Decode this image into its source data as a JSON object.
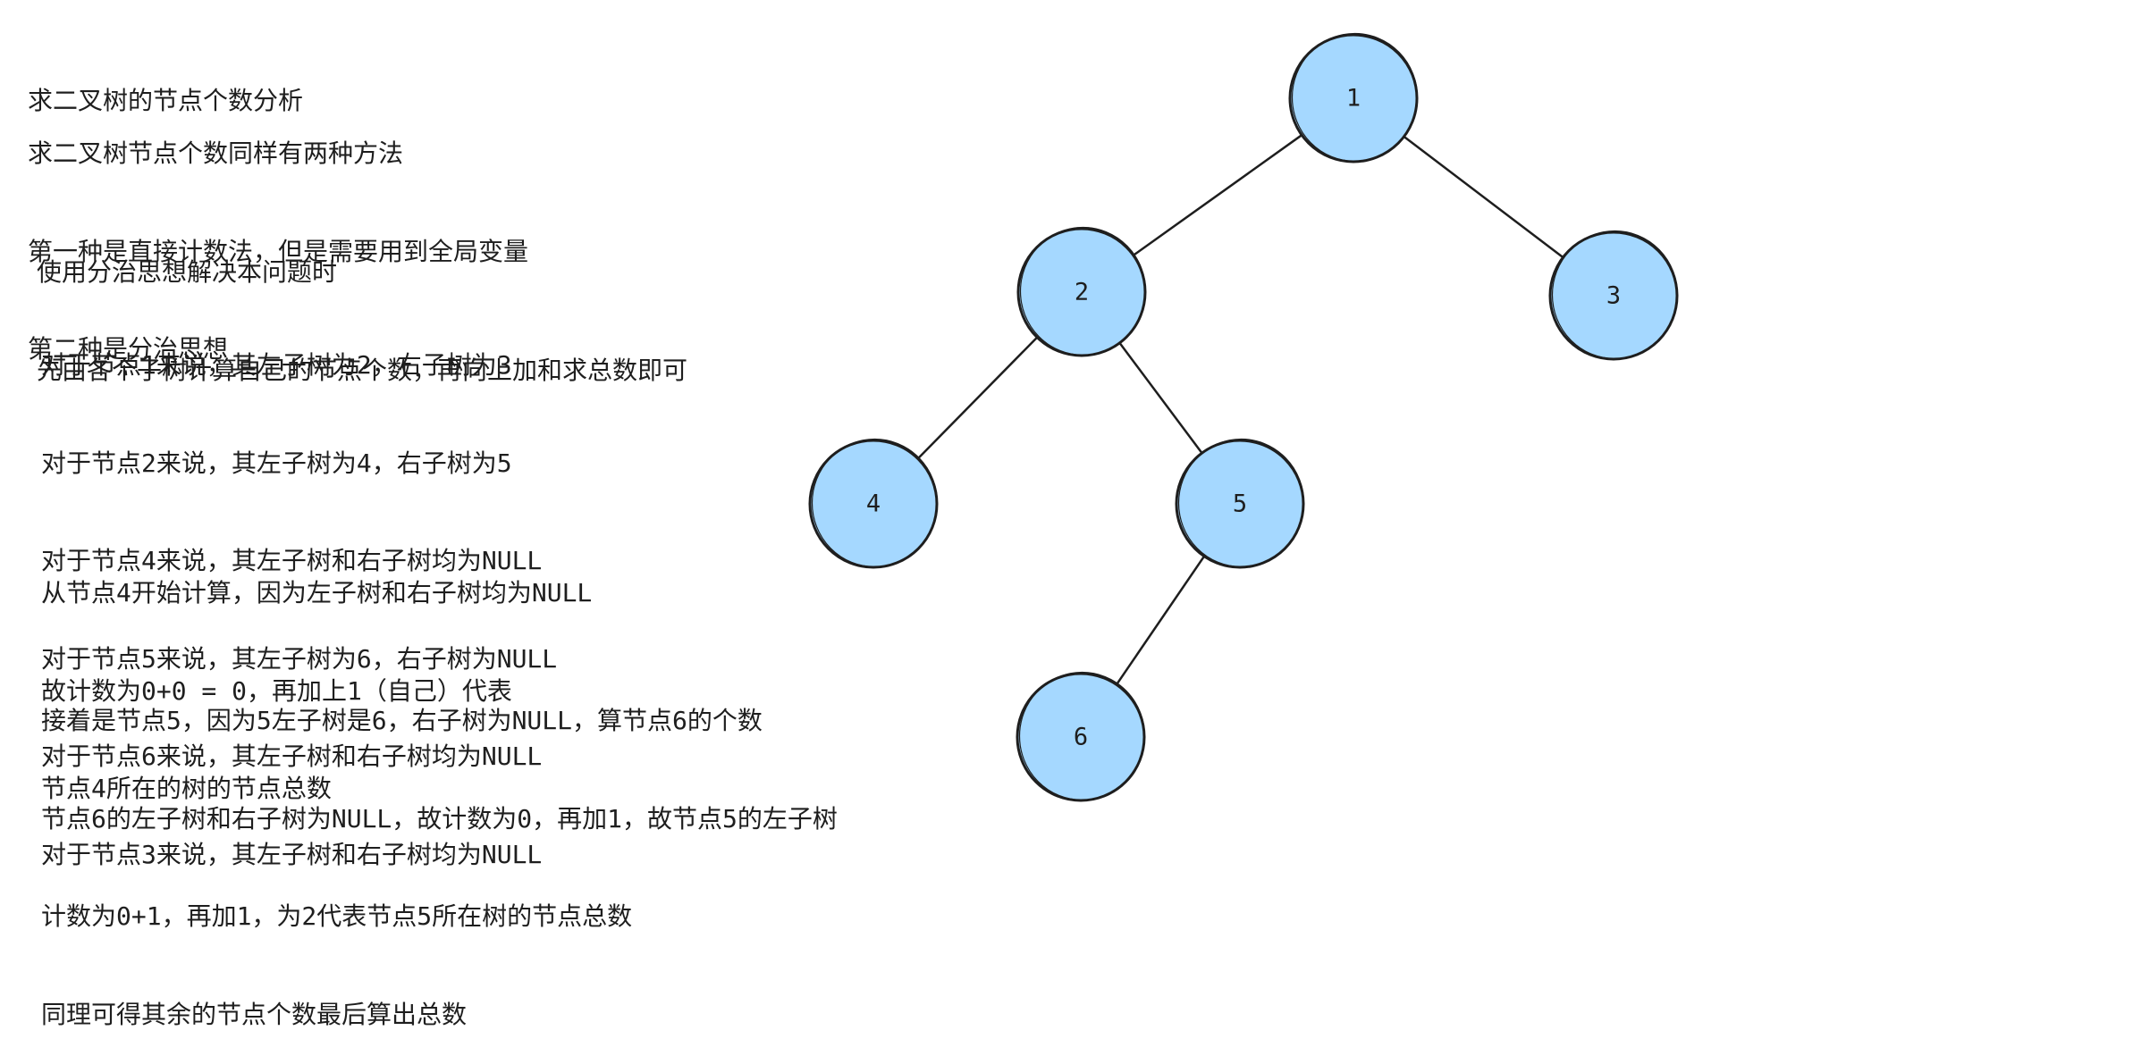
{
  "title": "求二叉树的节点个数分析",
  "intro": [
    "求二叉树节点个数同样有两种方法",
    "第一种是直接计数法，但是需要用到全局变量",
    "第二种是分治思想"
  ],
  "divide_conquer": [
    "使用分治思想解决本问题时",
    "先由各个子树计算自己的节点个数，再向上加和求总数即可"
  ],
  "children_info": [
    "对于节点1来说，其左子树为2，右子树为3",
    "对于节点2来说，其左子树为4，右子树为5",
    "对于节点4来说，其左子树和右子树均为NULL",
    "对于节点5来说，其左子树为6，右子树为NULL",
    "对于节点6来说，其左子树和右子树均为NULL",
    "对于节点3来说，其左子树和右子树均为NULL"
  ],
  "step_node4": [
    "从节点4开始计算，因为左子树和右子树均为NULL",
    "故计数为0+0 = 0，再加上1（自己）代表",
    "节点4所在的树的节点总数"
  ],
  "step_node5": [
    "接着是节点5，因为5左子树是6，右子树为NULL，算节点6的个数",
    "节点6的左子树和右子树为NULL，故计数为0，再加1，故节点5的左子树",
    "计数为0+1，再加1，为2代表节点5所在树的节点总数",
    "同理可得其余的节点个数最后算出总数"
  ],
  "tree": {
    "node_fill": "#a5d8ff",
    "stroke": "#1e1e1e",
    "nodes": [
      {
        "id": "1",
        "label": "1"
      },
      {
        "id": "2",
        "label": "2"
      },
      {
        "id": "3",
        "label": "3"
      },
      {
        "id": "4",
        "label": "4"
      },
      {
        "id": "5",
        "label": "5"
      },
      {
        "id": "6",
        "label": "6"
      }
    ],
    "edges": [
      {
        "from": "1",
        "to": "2"
      },
      {
        "from": "1",
        "to": "3"
      },
      {
        "from": "2",
        "to": "4"
      },
      {
        "from": "2",
        "to": "5"
      },
      {
        "from": "5",
        "to": "6"
      }
    ]
  }
}
